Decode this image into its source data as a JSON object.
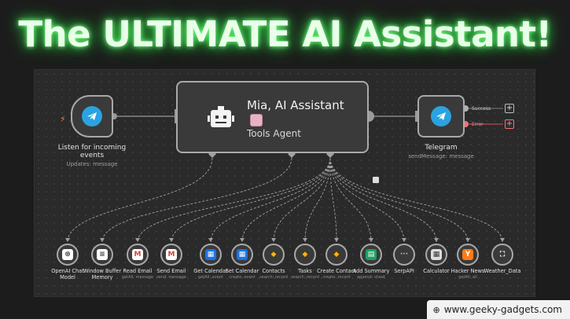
{
  "banner": {
    "title": "The ULTIMATE AI Assistant!"
  },
  "trigger": {
    "label": "Listen for incoming events",
    "sub": "Updates: message",
    "icon": "telegram-icon"
  },
  "agent": {
    "title": "Mia, AI Assistant",
    "sub": "Tools Agent",
    "icon": "robot-icon"
  },
  "telegram": {
    "label": "Telegram",
    "sub": "sendMessage: message",
    "success": "Success",
    "error": "Error",
    "plus": "+"
  },
  "tools": [
    {
      "label": "OpenAI Chat Model",
      "sub": "",
      "icon": "openai-icon"
    },
    {
      "label": "Window Buffer Memory",
      "sub": "",
      "icon": "memory-icon"
    },
    {
      "label": "Read Email",
      "sub": "getAll: message",
      "icon": "gmail-icon"
    },
    {
      "label": "Send Email",
      "sub": "send: message",
      "icon": "gmail-icon"
    },
    {
      "label": "Get Calendar",
      "sub": "getAll: event",
      "icon": "calendar-icon"
    },
    {
      "label": "Set Calendar",
      "sub": "create: event",
      "icon": "calendar-icon"
    },
    {
      "label": "Contacts",
      "sub": "search: record",
      "icon": "airtable-icon"
    },
    {
      "label": "Tasks",
      "sub": "search: record",
      "icon": "airtable-icon"
    },
    {
      "label": "Create Contact",
      "sub": "create: record",
      "icon": "airtable-icon"
    },
    {
      "label": "Add Summary",
      "sub": "append: sheet",
      "icon": "sheets-icon"
    },
    {
      "label": "SerpAPI",
      "sub": "",
      "icon": "serpapi-icon"
    },
    {
      "label": "Calculator",
      "sub": "",
      "icon": "calculator-icon"
    },
    {
      "label": "Hacker News",
      "sub": "getAll: all",
      "icon": "hackernews-icon"
    },
    {
      "label": "Weather_Data",
      "sub": "",
      "icon": "network-icon"
    }
  ],
  "watermark": {
    "text": "www.geeky-gadgets.com"
  },
  "colors": {
    "glow": "#39e04e",
    "telegram": "#2aa3e0",
    "error": "#ff6b7a",
    "success": "#bbbbbb"
  }
}
